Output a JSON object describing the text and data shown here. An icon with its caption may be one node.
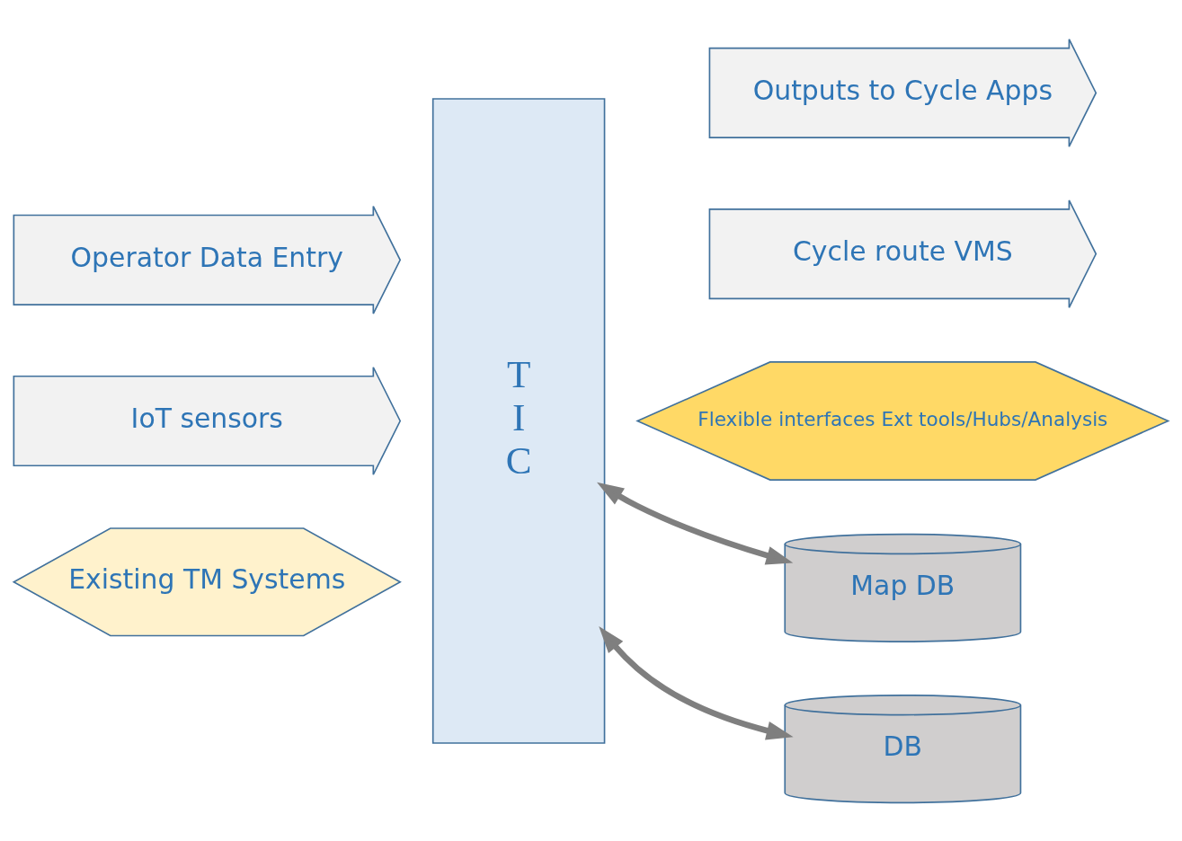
{
  "diagram": {
    "nodes": [
      {
        "text": [
          "Operator Data Entry"
        ]
      },
      {
        "text": [
          "Outputs to Cycle Apps"
        ]
      },
      {
        "text": [
          "T I C"
        ]
      },
      {
        "text": [
          "IoT sensors"
        ]
      },
      {
        "text": [
          "Cycle route VMS"
        ]
      },
      {
        "text": [
          "Existing TM Systems"
        ]
      },
      {
        "text": [
          "Flexible interfaces Ext tools/Hubs/Analysis"
        ]
      },
      {
        "text": [
          "Map DB"
        ]
      },
      {
        "text": [
          "DB"
        ]
      }
    ],
    "edges": [
      {
        "from": 2,
        "to": 7,
        "arrow": "both"
      },
      {
        "from": 2,
        "to": 8,
        "arrow": "both"
      }
    ]
  }
}
